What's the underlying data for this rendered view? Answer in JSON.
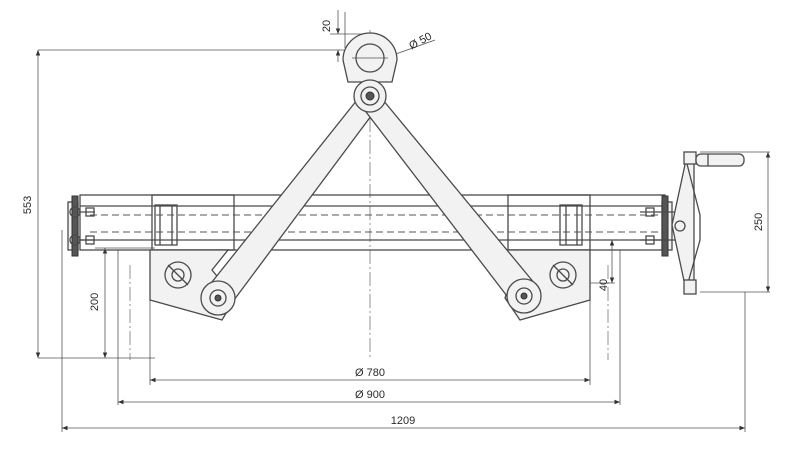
{
  "dimensions": {
    "eye_offset": "20",
    "eye_diameter": "Ø 50",
    "total_height": "553",
    "bracket_height": "200",
    "arm_offset": "40",
    "handwheel_height": "250",
    "inner_diameter": "Ø 780",
    "outer_diameter": "Ø 900",
    "total_width": "1209"
  },
  "colors": {
    "line": "#4a4a4a",
    "background": "#ffffff"
  }
}
